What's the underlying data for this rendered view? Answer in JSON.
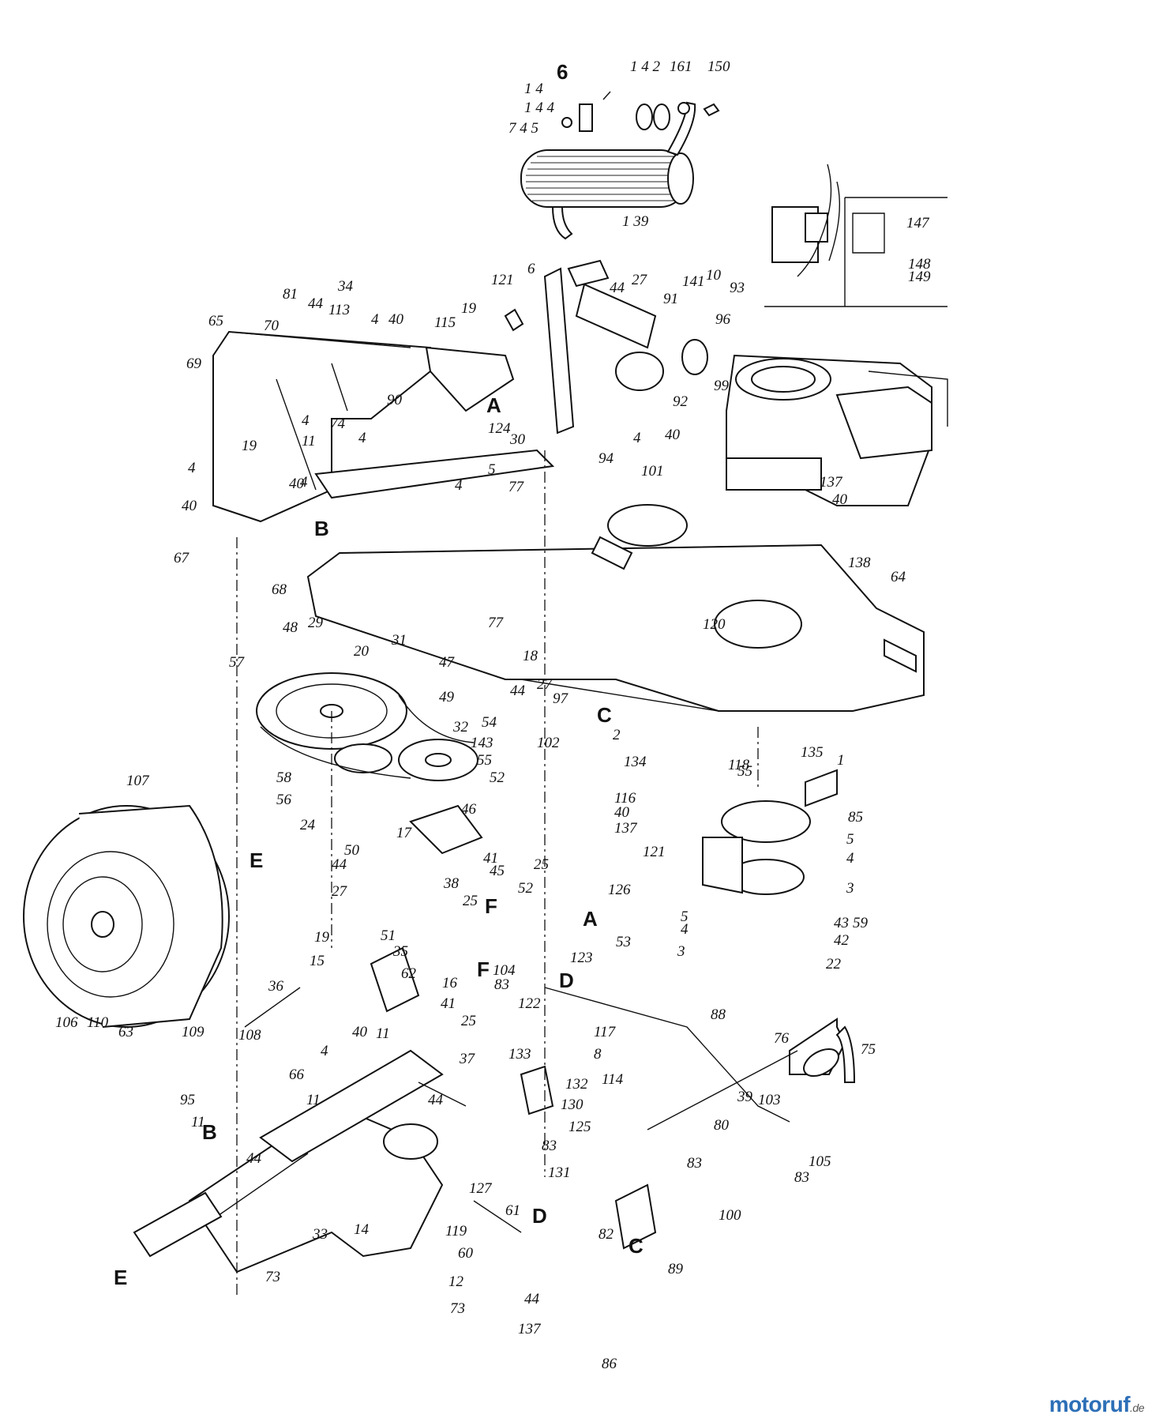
{
  "watermark": {
    "brand": "motoruf",
    "tld": ".de"
  },
  "callouts": [
    {
      "id": "c-6a",
      "text": "6"
    },
    {
      "id": "c-14a",
      "text": "1 4"
    },
    {
      "id": "c-144",
      "text": "1 4 4"
    },
    {
      "id": "c-745",
      "text": "7 4 5"
    },
    {
      "id": "c-142",
      "text": "1 4 2"
    },
    {
      "id": "c-161",
      "text": "161"
    },
    {
      "id": "c-150",
      "text": "150"
    },
    {
      "id": "c-139",
      "text": "1 39"
    },
    {
      "id": "c-147",
      "text": "147"
    },
    {
      "id": "c-148",
      "text": "148"
    },
    {
      "id": "c-149",
      "text": "149"
    },
    {
      "id": "c-6b",
      "text": "6"
    },
    {
      "id": "c-27a",
      "text": "27"
    },
    {
      "id": "c-44a",
      "text": "44"
    },
    {
      "id": "c-141",
      "text": "141"
    },
    {
      "id": "c-10",
      "text": "10"
    },
    {
      "id": "c-93",
      "text": "93"
    },
    {
      "id": "c-91",
      "text": "91"
    },
    {
      "id": "c-96",
      "text": "96"
    },
    {
      "id": "c-121a",
      "text": "121"
    },
    {
      "id": "c-19a",
      "text": "19"
    },
    {
      "id": "c-115",
      "text": "115"
    },
    {
      "id": "c-81",
      "text": "81"
    },
    {
      "id": "c-44b",
      "text": "44"
    },
    {
      "id": "c-34",
      "text": "34"
    },
    {
      "id": "c-113",
      "text": "113"
    },
    {
      "id": "c-4a",
      "text": "4"
    },
    {
      "id": "c-40a",
      "text": "40"
    },
    {
      "id": "c-65",
      "text": "65"
    },
    {
      "id": "c-70",
      "text": "70"
    },
    {
      "id": "c-69",
      "text": "69"
    },
    {
      "id": "c-90",
      "text": "90"
    },
    {
      "id": "c-99",
      "text": "99"
    },
    {
      "id": "c-92",
      "text": "92"
    },
    {
      "id": "c-4b",
      "text": "4"
    },
    {
      "id": "c-40b",
      "text": "40"
    },
    {
      "id": "c-94",
      "text": "94"
    },
    {
      "id": "c-4c",
      "text": "4"
    },
    {
      "id": "c-A1",
      "text": "A"
    },
    {
      "id": "c-124",
      "text": "124"
    },
    {
      "id": "c-30",
      "text": "30"
    },
    {
      "id": "c-74",
      "text": "74"
    },
    {
      "id": "c-4d",
      "text": "4"
    },
    {
      "id": "c-11a",
      "text": "11"
    },
    {
      "id": "c-19b",
      "text": "19"
    },
    {
      "id": "c-5a",
      "text": "5"
    },
    {
      "id": "c-77a",
      "text": "77"
    },
    {
      "id": "c-4e",
      "text": "4"
    },
    {
      "id": "c-101",
      "text": "101"
    },
    {
      "id": "c-137a",
      "text": "137"
    },
    {
      "id": "c-40c",
      "text": "40"
    },
    {
      "id": "c-4f",
      "text": "4"
    },
    {
      "id": "c-40d",
      "text": "40"
    },
    {
      "id": "c-4g",
      "text": "4"
    },
    {
      "id": "c-40e",
      "text": "40"
    },
    {
      "id": "c-B1",
      "text": "B"
    },
    {
      "id": "c-67",
      "text": "67"
    },
    {
      "id": "c-68",
      "text": "68"
    },
    {
      "id": "c-138",
      "text": "138"
    },
    {
      "id": "c-64",
      "text": "64"
    },
    {
      "id": "c-77b",
      "text": "77"
    },
    {
      "id": "c-120",
      "text": "120"
    },
    {
      "id": "c-48",
      "text": "48"
    },
    {
      "id": "c-29",
      "text": "29"
    },
    {
      "id": "c-31",
      "text": "31"
    },
    {
      "id": "c-18",
      "text": "18"
    },
    {
      "id": "c-57",
      "text": "57"
    },
    {
      "id": "c-20",
      "text": "20"
    },
    {
      "id": "c-47",
      "text": "47"
    },
    {
      "id": "c-27b",
      "text": "27"
    },
    {
      "id": "c-49",
      "text": "49"
    },
    {
      "id": "c-44c",
      "text": "44"
    },
    {
      "id": "c-97",
      "text": "97"
    },
    {
      "id": "c-C1",
      "text": "C"
    },
    {
      "id": "c-2",
      "text": "2"
    },
    {
      "id": "c-54",
      "text": "54"
    },
    {
      "id": "c-32",
      "text": "32"
    },
    {
      "id": "c-143",
      "text": "143"
    },
    {
      "id": "c-102",
      "text": "102"
    },
    {
      "id": "c-134",
      "text": "134"
    },
    {
      "id": "c-118",
      "text": "118"
    },
    {
      "id": "c-135",
      "text": "135"
    },
    {
      "id": "c-55a",
      "text": "55"
    },
    {
      "id": "c-55b",
      "text": "55"
    },
    {
      "id": "c-58",
      "text": "58"
    },
    {
      "id": "c-52a",
      "text": "52"
    },
    {
      "id": "c-56",
      "text": "56"
    },
    {
      "id": "c-116",
      "text": "116"
    },
    {
      "id": "c-1",
      "text": "1"
    },
    {
      "id": "c-46",
      "text": "46"
    },
    {
      "id": "c-40f",
      "text": "40"
    },
    {
      "id": "c-85",
      "text": "85"
    },
    {
      "id": "c-24",
      "text": "24"
    },
    {
      "id": "c-107",
      "text": "107"
    },
    {
      "id": "c-137b",
      "text": "137"
    },
    {
      "id": "c-5b",
      "text": "5"
    },
    {
      "id": "c-17",
      "text": "17"
    },
    {
      "id": "c-50",
      "text": "50"
    },
    {
      "id": "c-41a",
      "text": "41"
    },
    {
      "id": "c-25a",
      "text": "25"
    },
    {
      "id": "c-121b",
      "text": "121"
    },
    {
      "id": "c-4h",
      "text": "4"
    },
    {
      "id": "c-E1",
      "text": "E"
    },
    {
      "id": "c-44d",
      "text": "44"
    },
    {
      "id": "c-45",
      "text": "45"
    },
    {
      "id": "c-52b",
      "text": "52"
    },
    {
      "id": "c-126",
      "text": "126"
    },
    {
      "id": "c-3a",
      "text": "3"
    },
    {
      "id": "c-27c",
      "text": "27"
    },
    {
      "id": "c-38",
      "text": "38"
    },
    {
      "id": "c-25b",
      "text": "25"
    },
    {
      "id": "c-F1",
      "text": "F"
    },
    {
      "id": "c-A2",
      "text": "A"
    },
    {
      "id": "c-5c",
      "text": "5"
    },
    {
      "id": "c-43",
      "text": "43"
    },
    {
      "id": "c-59",
      "text": "59"
    },
    {
      "id": "c-51",
      "text": "51"
    },
    {
      "id": "c-4i",
      "text": "4"
    },
    {
      "id": "c-42",
      "text": "42"
    },
    {
      "id": "c-19c",
      "text": "19"
    },
    {
      "id": "c-35",
      "text": "35"
    },
    {
      "id": "c-123",
      "text": "123"
    },
    {
      "id": "c-53",
      "text": "53"
    },
    {
      "id": "c-3b",
      "text": "3"
    },
    {
      "id": "c-22",
      "text": "22"
    },
    {
      "id": "c-15",
      "text": "15"
    },
    {
      "id": "c-62",
      "text": "62"
    },
    {
      "id": "c-16",
      "text": "16"
    },
    {
      "id": "c-104",
      "text": "104"
    },
    {
      "id": "c-F2",
      "text": "F"
    },
    {
      "id": "c-83a",
      "text": "83"
    },
    {
      "id": "c-D1",
      "text": "D"
    },
    {
      "id": "c-36",
      "text": "36"
    },
    {
      "id": "c-122",
      "text": "122"
    },
    {
      "id": "c-41b",
      "text": "41"
    },
    {
      "id": "c-25c",
      "text": "25"
    },
    {
      "id": "c-117",
      "text": "117"
    },
    {
      "id": "c-88",
      "text": "88"
    },
    {
      "id": "c-106",
      "text": "106"
    },
    {
      "id": "c-110",
      "text": "110"
    },
    {
      "id": "c-63",
      "text": "63"
    },
    {
      "id": "c-109",
      "text": "109"
    },
    {
      "id": "c-108",
      "text": "108"
    },
    {
      "id": "c-40g",
      "text": "40"
    },
    {
      "id": "c-11b",
      "text": "11"
    },
    {
      "id": "c-8",
      "text": "8"
    },
    {
      "id": "c-76",
      "text": "76"
    },
    {
      "id": "c-75",
      "text": "75"
    },
    {
      "id": "c-4j",
      "text": "4"
    },
    {
      "id": "c-37",
      "text": "37"
    },
    {
      "id": "c-133",
      "text": "133"
    },
    {
      "id": "c-114",
      "text": "114"
    },
    {
      "id": "c-66",
      "text": "66"
    },
    {
      "id": "c-11c",
      "text": "11"
    },
    {
      "id": "c-44e",
      "text": "44"
    },
    {
      "id": "c-132",
      "text": "132"
    },
    {
      "id": "c-39",
      "text": "39"
    },
    {
      "id": "c-103",
      "text": "103"
    },
    {
      "id": "c-95",
      "text": "95"
    },
    {
      "id": "c-130",
      "text": "130"
    },
    {
      "id": "c-125",
      "text": "125"
    },
    {
      "id": "c-11d",
      "text": "11"
    },
    {
      "id": "c-B2",
      "text": "B"
    },
    {
      "id": "c-80",
      "text": "80"
    },
    {
      "id": "c-105",
      "text": "105"
    },
    {
      "id": "c-44f",
      "text": "44"
    },
    {
      "id": "c-83b",
      "text": "83"
    },
    {
      "id": "c-83c",
      "text": "83"
    },
    {
      "id": "c-131",
      "text": "131"
    },
    {
      "id": "c-83d",
      "text": "83"
    },
    {
      "id": "c-127",
      "text": "127"
    },
    {
      "id": "c-61",
      "text": "61"
    },
    {
      "id": "c-D2",
      "text": "D"
    },
    {
      "id": "c-100",
      "text": "100"
    },
    {
      "id": "c-33",
      "text": "33"
    },
    {
      "id": "c-119",
      "text": "119"
    },
    {
      "id": "c-14b",
      "text": "14"
    },
    {
      "id": "c-60",
      "text": "60"
    },
    {
      "id": "c-82",
      "text": "82"
    },
    {
      "id": "c-C2",
      "text": "C"
    },
    {
      "id": "c-89",
      "text": "89"
    },
    {
      "id": "c-E2",
      "text": "E"
    },
    {
      "id": "c-73a",
      "text": "73"
    },
    {
      "id": "c-12",
      "text": "12"
    },
    {
      "id": "c-73b",
      "text": "73"
    },
    {
      "id": "c-44g",
      "text": "44"
    },
    {
      "id": "c-137c",
      "text": "137"
    },
    {
      "id": "c-86",
      "text": "86"
    }
  ]
}
